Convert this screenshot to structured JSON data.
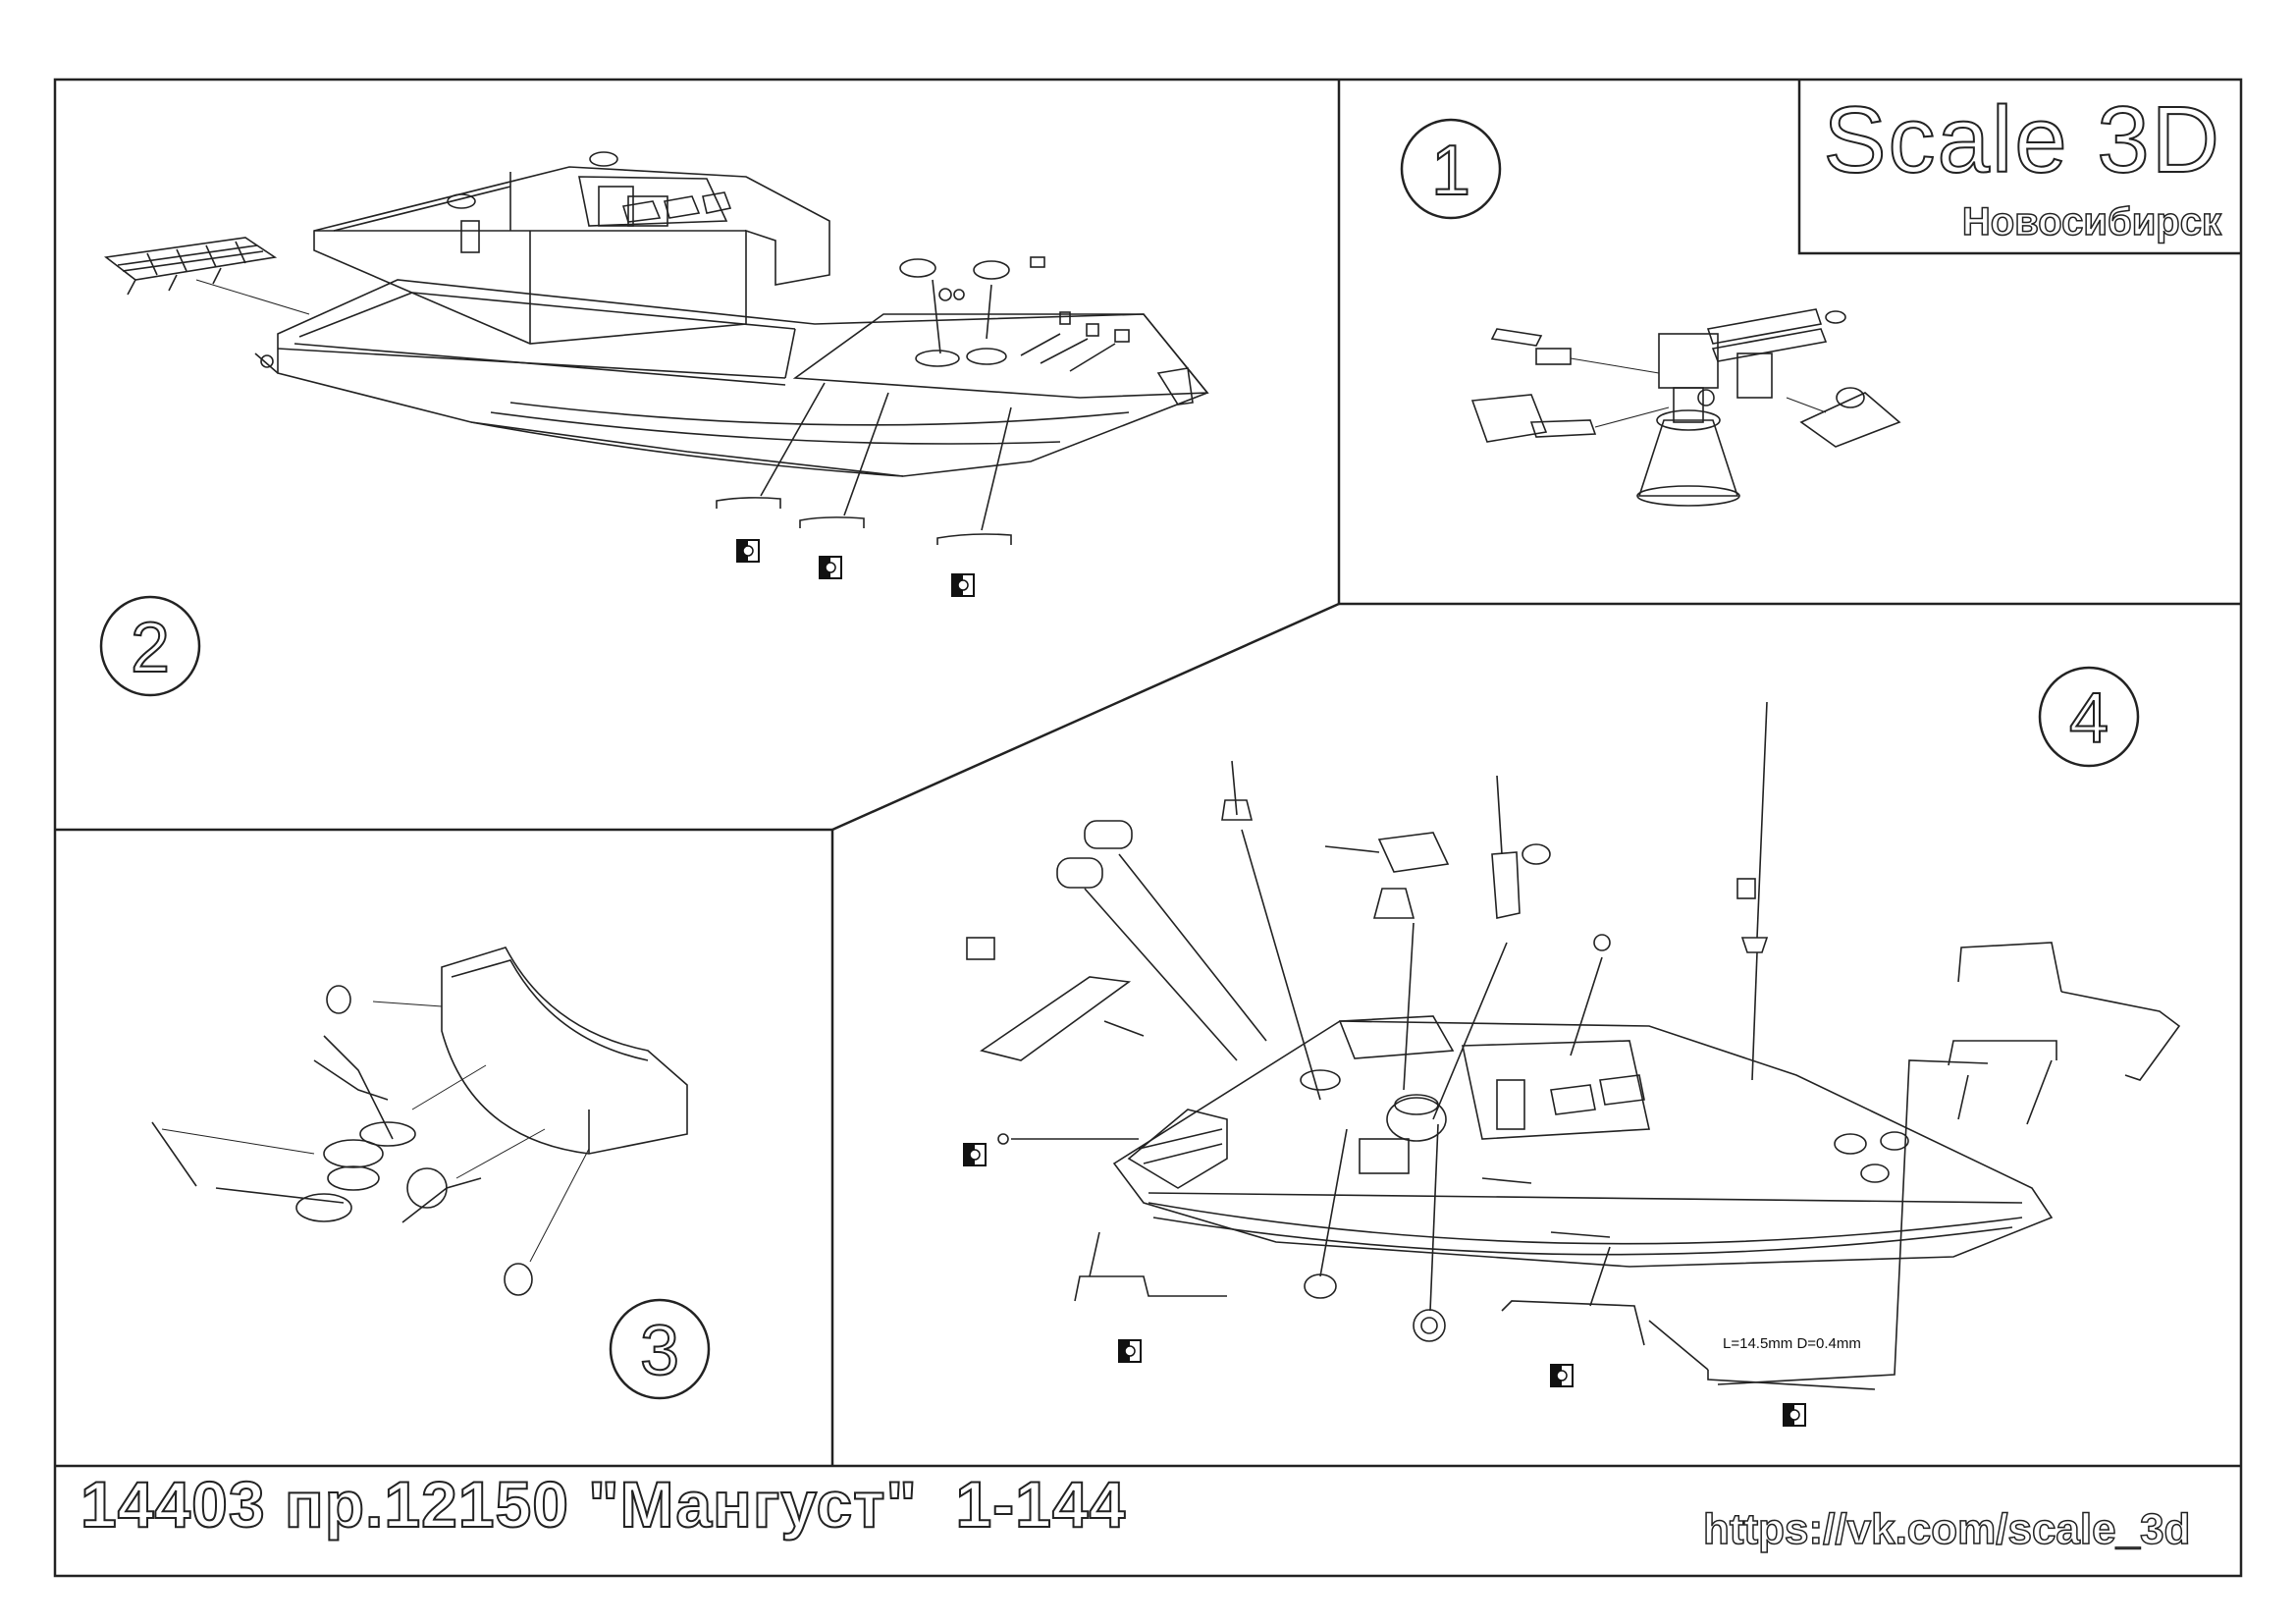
{
  "brand": {
    "title": "Scale 3D",
    "city": "Новосибирск"
  },
  "steps": [
    "1",
    "2",
    "3",
    "4"
  ],
  "footer": {
    "title": "14403 пр.12150 \"Мангуст\"  1-144",
    "url": "https://vk.com/scale_3d"
  },
  "callout": {
    "dimension": "L=14.5mm D=0.4mm"
  },
  "colors": {
    "line": "#222222",
    "background": "#ffffff"
  }
}
